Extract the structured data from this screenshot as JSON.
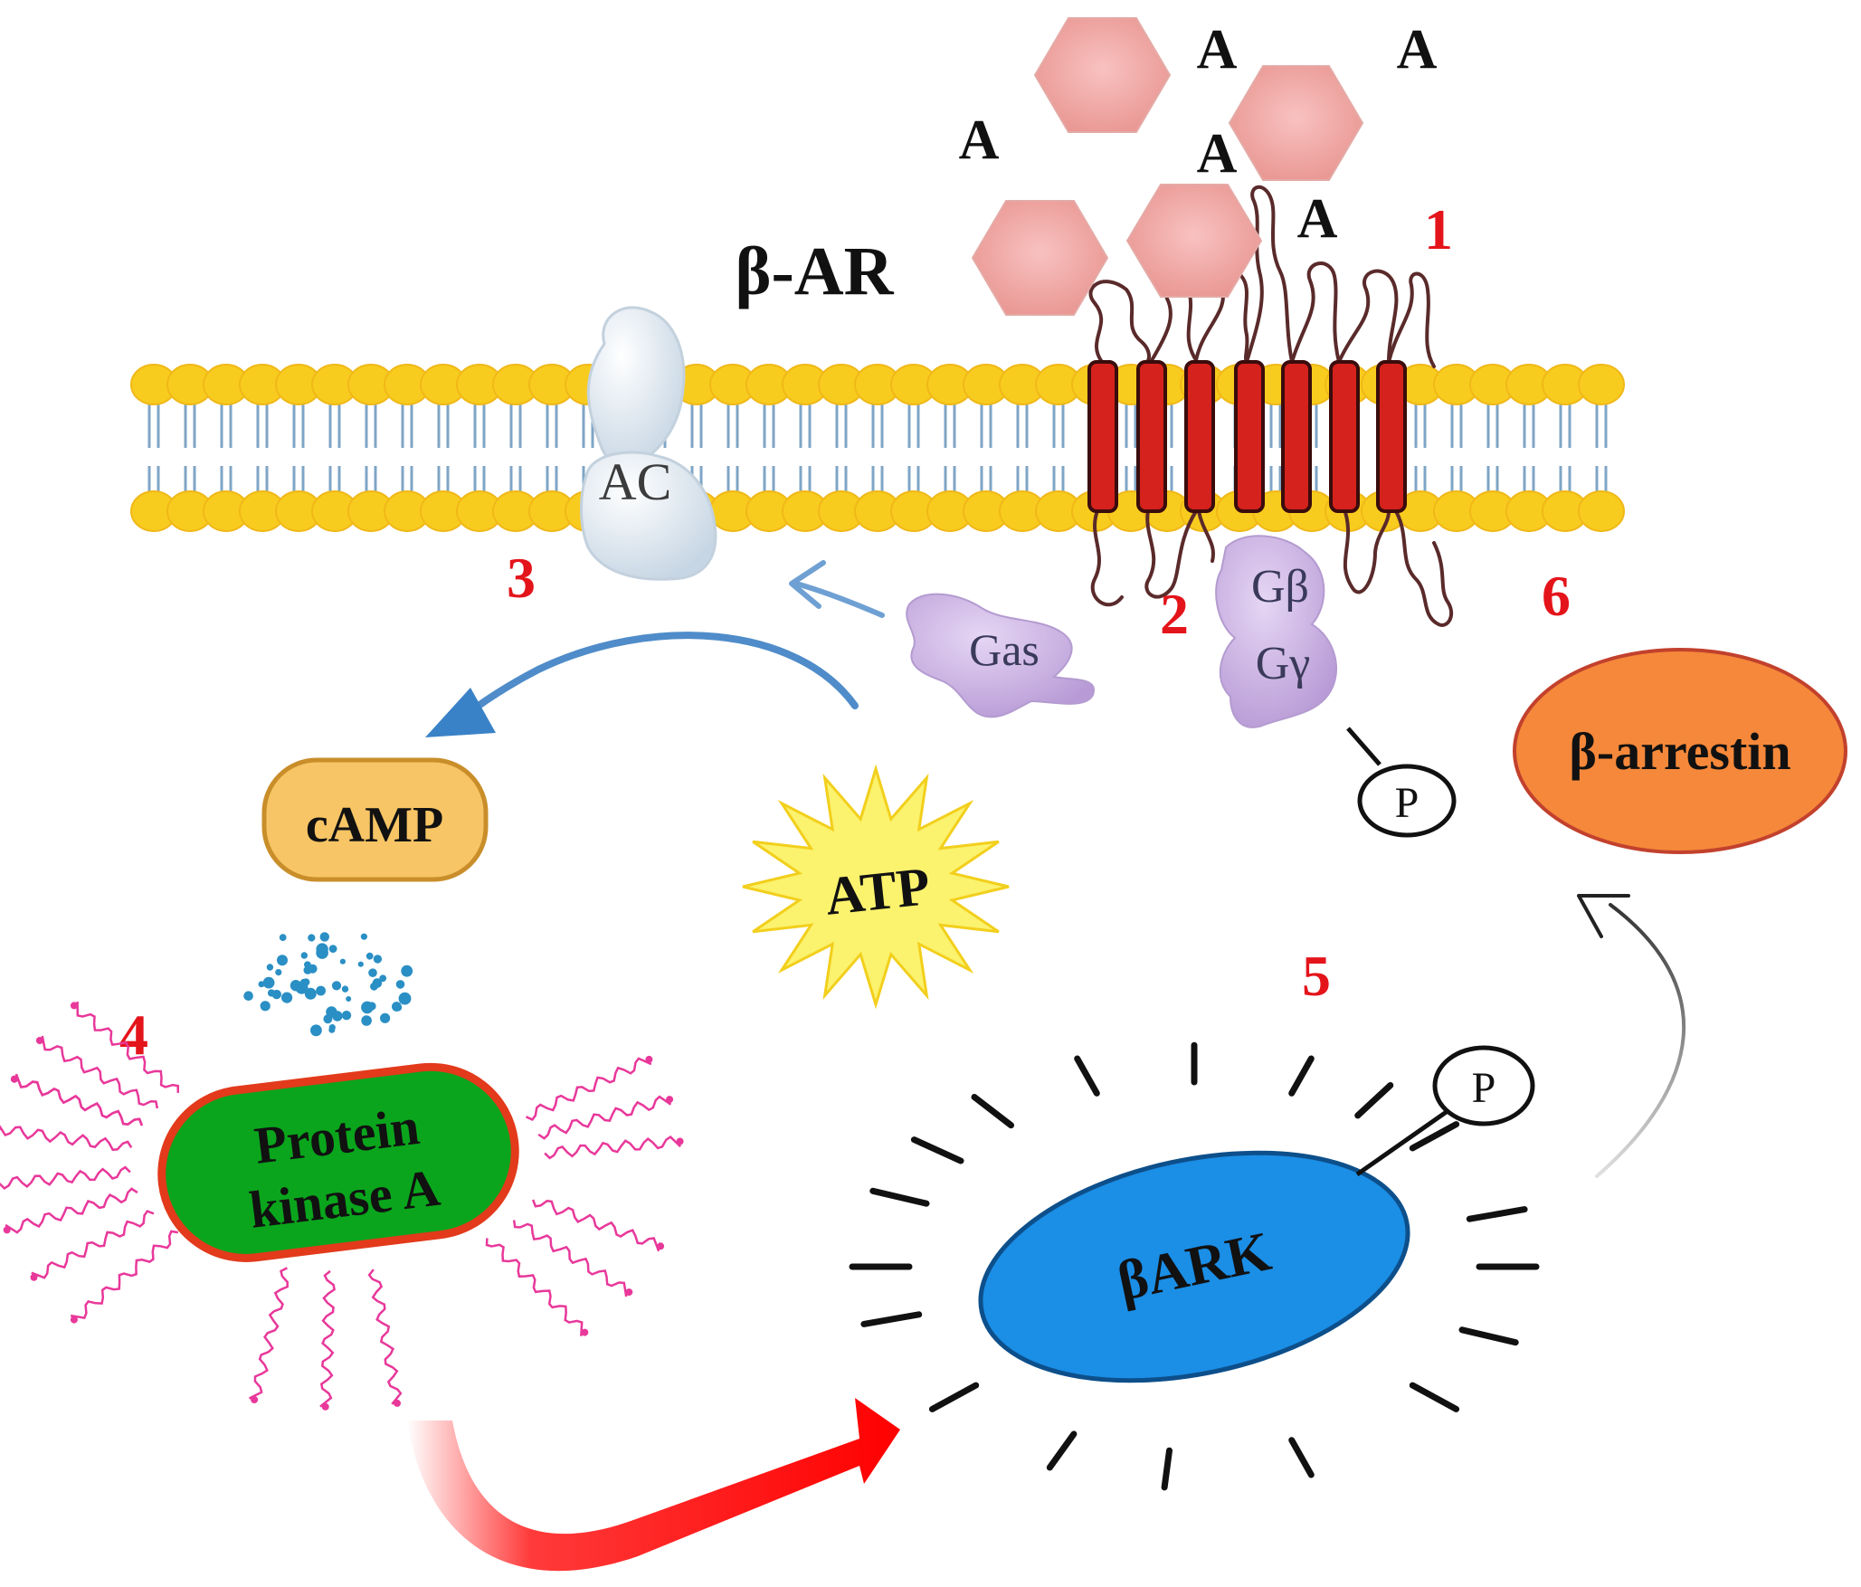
{
  "labels": {
    "beta_ar": "β-AR",
    "ac": "AC",
    "gas": "Gas",
    "gbeta": "Gβ",
    "ggamma": "Gγ",
    "camp": "cAMP",
    "atp": "ATP",
    "pka_line1": "Protein",
    "pka_line2": "kinase A",
    "bark": "βARK",
    "barrestin": "β-arrestin",
    "phosphate": "P",
    "agonist": "A"
  },
  "steps": [
    "1",
    "2",
    "3",
    "4",
    "5",
    "6"
  ],
  "colors": {
    "membrane_head": "#f8cc1e",
    "membrane_tail": "#7fa5c6",
    "receptor_helix": "#d5221c",
    "agonist_hex": "#f0a8a6",
    "camp_fill": "#f7c565",
    "pka_fill": "#0aa51c",
    "pka_border": "#e23a1b",
    "bark_fill": "#1b8ee6",
    "barrestin_fill": "#f5883a",
    "atp_fill": "#fbf26e",
    "gprotein": "#cdb4e6",
    "ac_fill": "#e3ecf4",
    "step_number": "#e4141b",
    "arrow_blue": "#4f8cc9",
    "arrow_red": "#ff0000",
    "wavy": "#e8389a",
    "dots": "#2a8fc4"
  }
}
